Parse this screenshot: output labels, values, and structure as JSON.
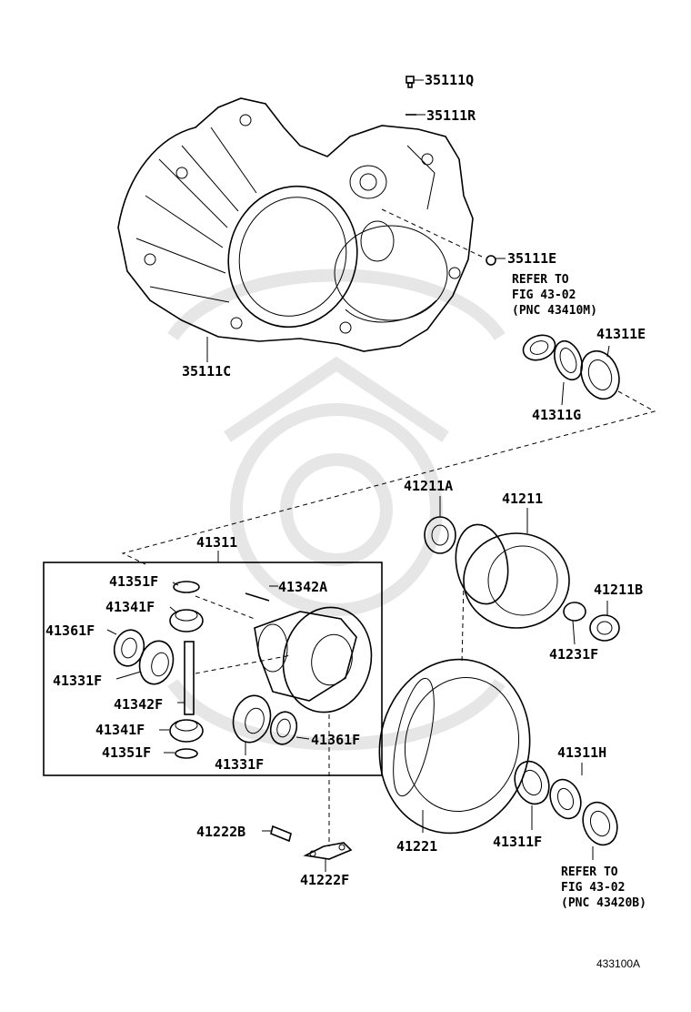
{
  "parts": {
    "p35111Q": "35111Q",
    "p35111R": "35111R",
    "p35111E": "35111E",
    "p35111C": "35111C",
    "p41311E": "41311E",
    "p41311G": "41311G",
    "p41211A": "41211A",
    "p41211": "41211",
    "p41211B": "41211B",
    "p41231F": "41231F",
    "p41311": "41311",
    "p41351F_top": "41351F",
    "p41342A": "41342A",
    "p41341F_top": "41341F",
    "p41361F_left": "41361F",
    "p41331F_left": "41331F",
    "p41342F": "41342F",
    "p41341F_bottom": "41341F",
    "p41351F_bottom": "41351F",
    "p41331F_bottom": "41331F",
    "p41361F_right": "41361F",
    "p41222B": "41222B",
    "p41222F": "41222F",
    "p41221": "41221",
    "p41311H": "41311H",
    "p41311F": "41311F"
  },
  "refer_top": {
    "line1": "REFER TO",
    "line2": "FIG 43-02",
    "line3": "(PNC 43410M)"
  },
  "refer_bottom": {
    "line1": "REFER TO",
    "line2": "FIG 43-02",
    "line3": "(PNC 43420B)"
  },
  "figure_id": "433100A"
}
